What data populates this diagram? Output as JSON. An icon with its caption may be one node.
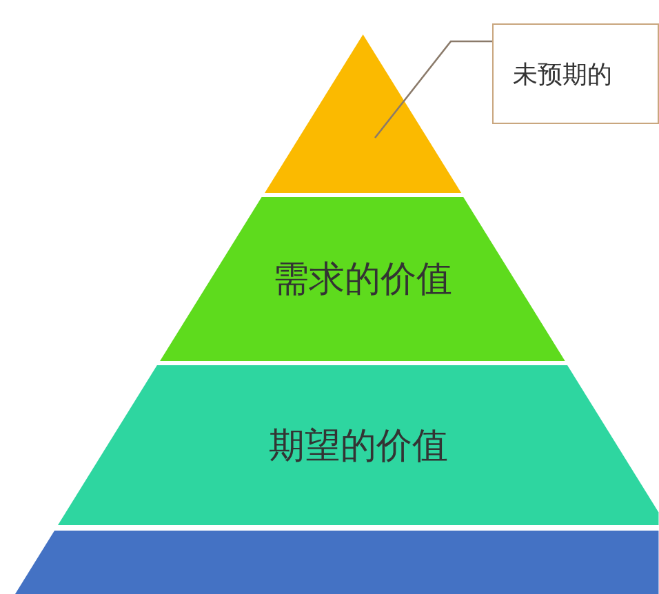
{
  "diagram": {
    "nodes": [
      {
        "text": [],
        "shape": "triangle"
      },
      {
        "text": [
          "未预期的"
        ]
      },
      {
        "text": [
          "需求的价值"
        ]
      },
      {
        "text": [
          "期望的价值"
        ]
      },
      {
        "text": [],
        "shape": "bar"
      }
    ],
    "edges": [
      {
        "from": 1,
        "to": 0,
        "arrow": "none"
      }
    ]
  }
}
